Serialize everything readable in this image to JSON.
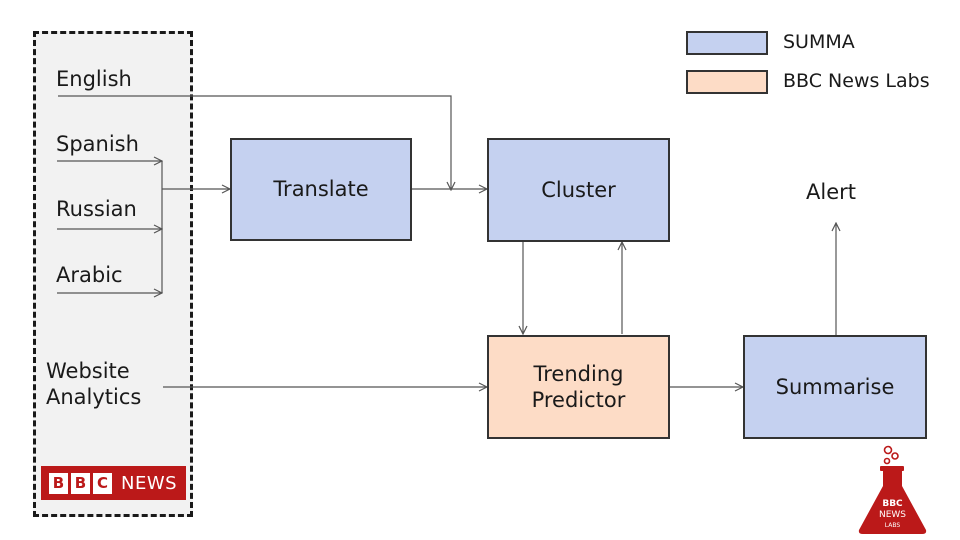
{
  "sources": {
    "english": "English",
    "spanish": "Spanish",
    "russian": "Russian",
    "arabic": "Arabic",
    "website_analytics_line1": "Website",
    "website_analytics_line2": "Analytics"
  },
  "nodes": {
    "translate": "Translate",
    "cluster": "Cluster",
    "trending_line1": "Trending",
    "trending_line2": "Predictor",
    "summarise": "Summarise",
    "alert": "Alert"
  },
  "legend": {
    "summa": "SUMMA",
    "bbc_news_labs": "BBC News Labs"
  },
  "logos": {
    "bbc_news_letters": [
      "B",
      "B",
      "C"
    ],
    "bbc_news_word": "NEWS",
    "labs_line1": "BBC",
    "labs_line2": "NEWS",
    "labs_line3": "LABS"
  },
  "colors": {
    "summa": "#c5d1f0",
    "bbc_news_labs": "#fddcc6",
    "bbc_red": "#bb1919"
  }
}
